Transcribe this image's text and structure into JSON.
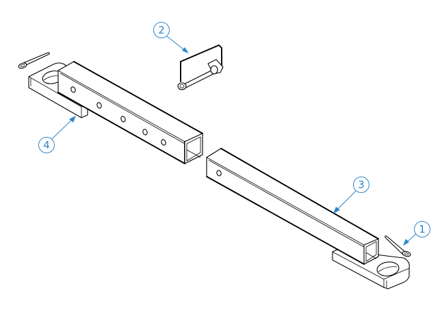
{
  "drawing": {
    "type": "exploded isometric assembly view",
    "background": "#ffffff",
    "line_color": "#000000",
    "balloon_color": "#2f86c8"
  },
  "balloons": [
    {
      "number": "1",
      "part": "cotter-pin"
    },
    {
      "number": "2",
      "part": "lynch-pin-with-bail"
    },
    {
      "number": "3",
      "part": "inner-square-tube-with-plate"
    },
    {
      "number": "4",
      "part": "outer-square-tube-with-plate"
    }
  ]
}
